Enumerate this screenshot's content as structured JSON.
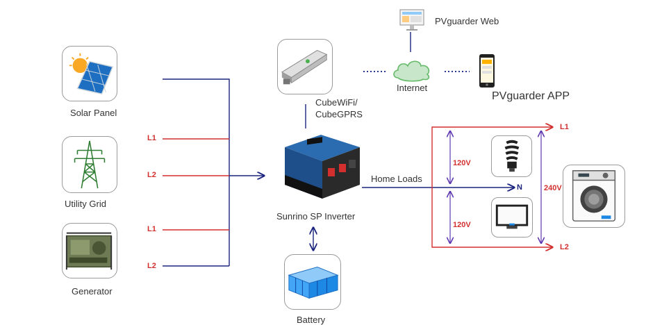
{
  "sources": {
    "solar": {
      "label": "Solar Panel"
    },
    "grid": {
      "label": "Utility Grid",
      "l1": "L1",
      "l2": "L2"
    },
    "generator": {
      "label": "Generator",
      "l1": "L1",
      "l2": "L2"
    }
  },
  "inverter": {
    "label": "Sunrino SP Inverter"
  },
  "battery": {
    "label": "Battery"
  },
  "comm": {
    "module_line1": "CubeWiFi/",
    "module_line2": "CubeGPRS",
    "internet": "Internet",
    "web": "PVguarder Web",
    "app": "PVguarder APP"
  },
  "loads": {
    "label": "Home Loads",
    "l1": "L1",
    "l2": "L2",
    "n": "N",
    "v_upper": "120V",
    "v_lower": "120V",
    "v_total": "240V"
  },
  "colors": {
    "dc_line": "#1a237e",
    "ac_line": "#d32f2f",
    "comm_line": "#283593"
  }
}
